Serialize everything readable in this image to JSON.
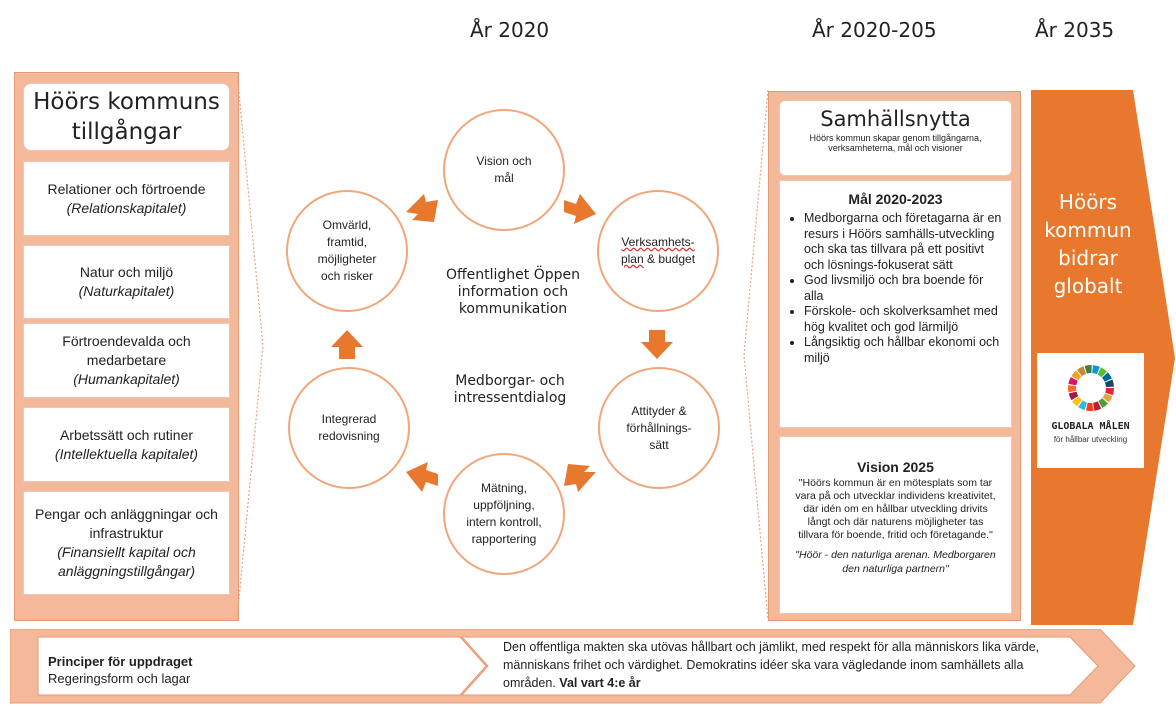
{
  "headers": {
    "year1": "År 2020",
    "year2": "År 2020-205",
    "year3": "År 2035"
  },
  "left": {
    "title": "Höörs kommuns tillgångar",
    "items": [
      {
        "label": "Relationer och förtroende",
        "sub": "(Relationskapitalet)"
      },
      {
        "label": "Natur och miljö",
        "sub": "(Naturkapitalet)"
      },
      {
        "label": "Förtroendevalda och medarbetare",
        "sub": "(Humankapitalet)"
      },
      {
        "label": "Arbetssätt och rutiner",
        "sub": "(Intellektuella kapitalet)"
      },
      {
        "label": "Pengar och anläggningar och infrastruktur",
        "sub": "(Finansiellt kapital och anläggningstillgångar)"
      }
    ]
  },
  "cycle": {
    "vision": "Vision och mål",
    "plan_a": "Verksamhets-",
    "plan_b": "plan",
    "plan_c": " & budget",
    "attityder": "Attityder & förhållnings-sätt",
    "matning": "Mätning, uppföljning, intern kontroll, rapportering",
    "integrerad": "Integrerad redovisning",
    "omvarld": "Omvärld, framtid, möjligheter och risker",
    "center1": "Offentlighet Öppen information och kommunikation",
    "center2": "Medborgar- och intressentdialog"
  },
  "right": {
    "title": "Samhällsnytta",
    "subtitle": "Höörs kommun skapar genom tillgångarna, verksamheterna, mål och visioner",
    "mal_title": "Mål 2020-2023",
    "mal_items": [
      "Medborgarna och företagarna är en resurs i Höörs samhälls-utveckling och ska tas tillvara på ett positivt och lösnings-fokuserat sätt",
      "God livsmiljö och bra boende för alla",
      "Förskole- och skolverksamhet med hög kvalitet och god lärmiljö",
      "Långsiktig och hållbar ekonomi och miljö"
    ],
    "vision_title": "Vision 2025",
    "vision_text": "\"Höörs kommun är en mötesplats som tar vara på och utvecklar individens kreativitet, där idén om en hållbar utveckling drivits långt och där naturens möjligheter tas tillvara för boende, fritid och företagande.\"",
    "vision_quote": "\"Höör - den naturliga arenan. Medborgaren den naturliga partnern\""
  },
  "global": {
    "text": "Höörs kommun bidrar globalt",
    "logo_title": "GLOBALA MÅLEN",
    "logo_sub": "för hållbar utveckling"
  },
  "banner": {
    "title": "Principer för uppdraget",
    "subtitle": "Regeringsform och lagar",
    "text": "Den offentliga makten ska utövas hållbart och jämlikt, med respekt för alla människors lika värde, människans frihet och värdighet. Demokratins idéer ska vara vägledande inom samhällets alla områden.",
    "bold": "Val vart 4:e år"
  },
  "colors": {
    "orange": "#e9782f",
    "panel": "#f4b99a",
    "circle_border": "#f1a67a"
  }
}
